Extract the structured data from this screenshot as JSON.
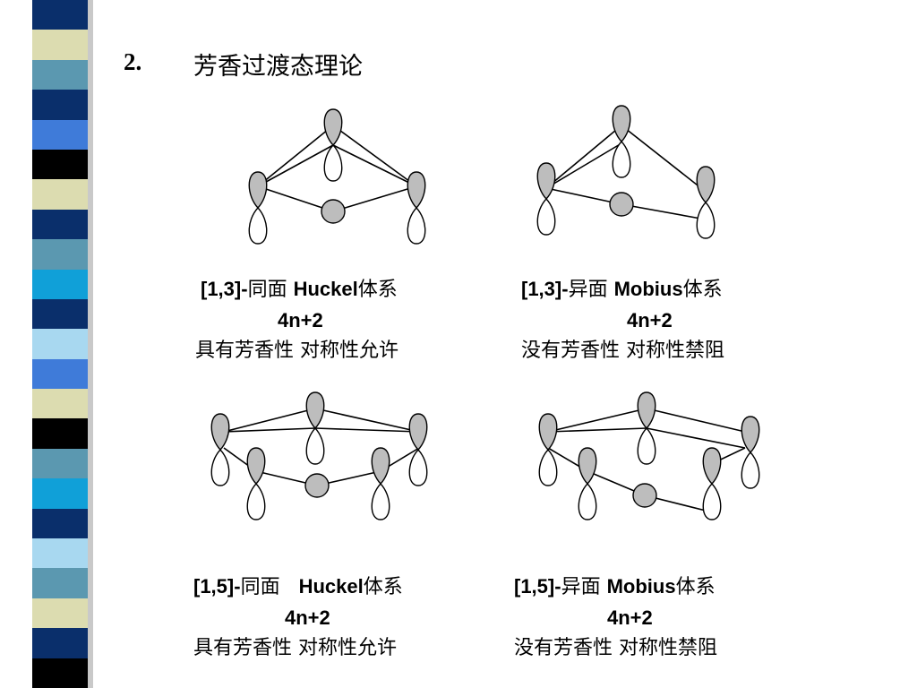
{
  "slide": {
    "number": "2.",
    "title": "芳香过渡态理论"
  },
  "colors": {
    "lobe_fill": "#bdbdbd",
    "lobe_empty": "#ffffff",
    "stroke": "#000000"
  },
  "stripes": [
    "#0a2f6b",
    "#dcdcb0",
    "#5b98b0",
    "#0a2f6b",
    "#3f7bd9",
    "#000000",
    "#dcdcb0",
    "#0a2f6b",
    "#5b98b0",
    "#10a0d8",
    "#0a2f6b",
    "#a8d8f0",
    "#3f7bd9",
    "#dcdcb0",
    "#000000",
    "#5b98b0",
    "#10a0d8",
    "#0a2f6b",
    "#a8d8f0",
    "#5b98b0",
    "#dcdcb0",
    "#0a2f6b",
    "#000000"
  ],
  "captions": {
    "c1": {
      "bracket": "[1,3]-",
      "face": "同面",
      "system": "Huckel",
      "tail": "体系",
      "count": "4n+2",
      "conclusion": "具有芳香性 对称性允许"
    },
    "c2": {
      "bracket": "[1,3]-",
      "face": "异面",
      "system": "Mobius",
      "tail": "体系",
      "count": "4n+2",
      "conclusion": "没有芳香性  对称性禁阻"
    },
    "c3": {
      "bracket": "[1,5]-",
      "face": "同面",
      "system": "Huckel",
      "tail": "体系",
      "count": "4n+2",
      "conclusion": "具有芳香性  对称性允许"
    },
    "c4": {
      "bracket": "[1,5]-",
      "face": "异面",
      "system": "Mobius",
      "tail": "体系",
      "count": "4n+2",
      "conclusion": "没有芳香性  对称性禁阻"
    }
  }
}
